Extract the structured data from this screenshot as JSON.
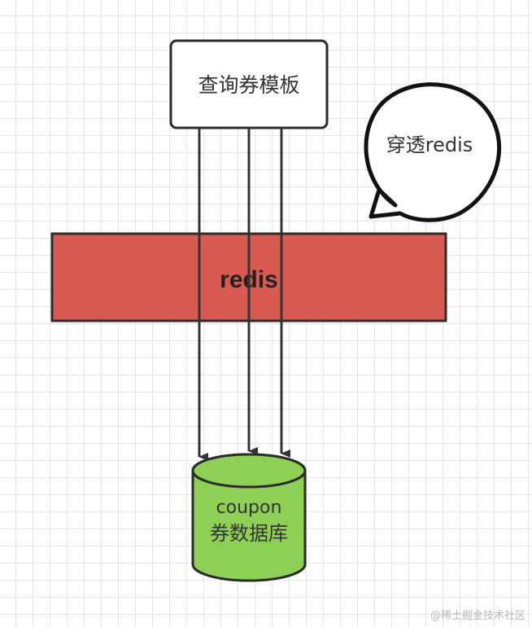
{
  "nodes": {
    "template": {
      "label": "查询券模板"
    },
    "bubble": {
      "label": "穿透redis"
    },
    "cache": {
      "label": "redis",
      "fill": "#d95a50"
    },
    "db": {
      "line1": "coupon",
      "line2": "券数据库",
      "fill": "#8ecf55"
    }
  },
  "watermark": "@稀土掘金技术社区"
}
